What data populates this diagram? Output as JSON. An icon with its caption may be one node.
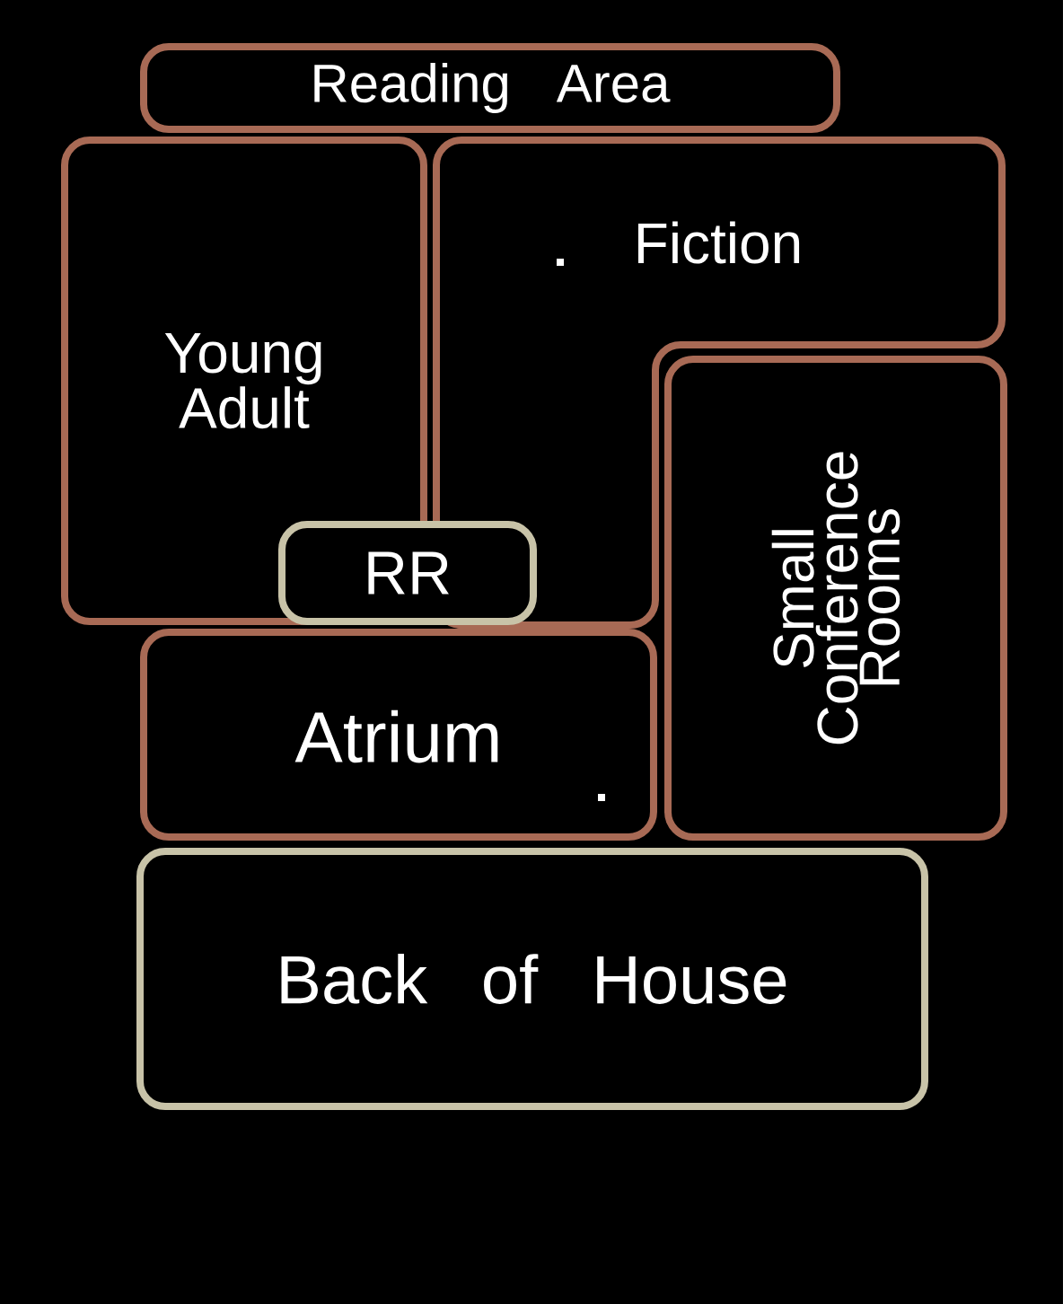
{
  "diagram": {
    "nodes": [
      {
        "text": [
          "Reading Area"
        ]
      },
      {
        "text": [
          "Young Adult"
        ]
      },
      {
        "text": [
          "Fiction"
        ]
      },
      {
        "text": [
          "RR"
        ]
      },
      {
        "text": [
          "Atrium"
        ]
      },
      {
        "text": [
          "Small Conference Rooms"
        ]
      },
      {
        "text": [
          "Back of House"
        ]
      }
    ]
  }
}
